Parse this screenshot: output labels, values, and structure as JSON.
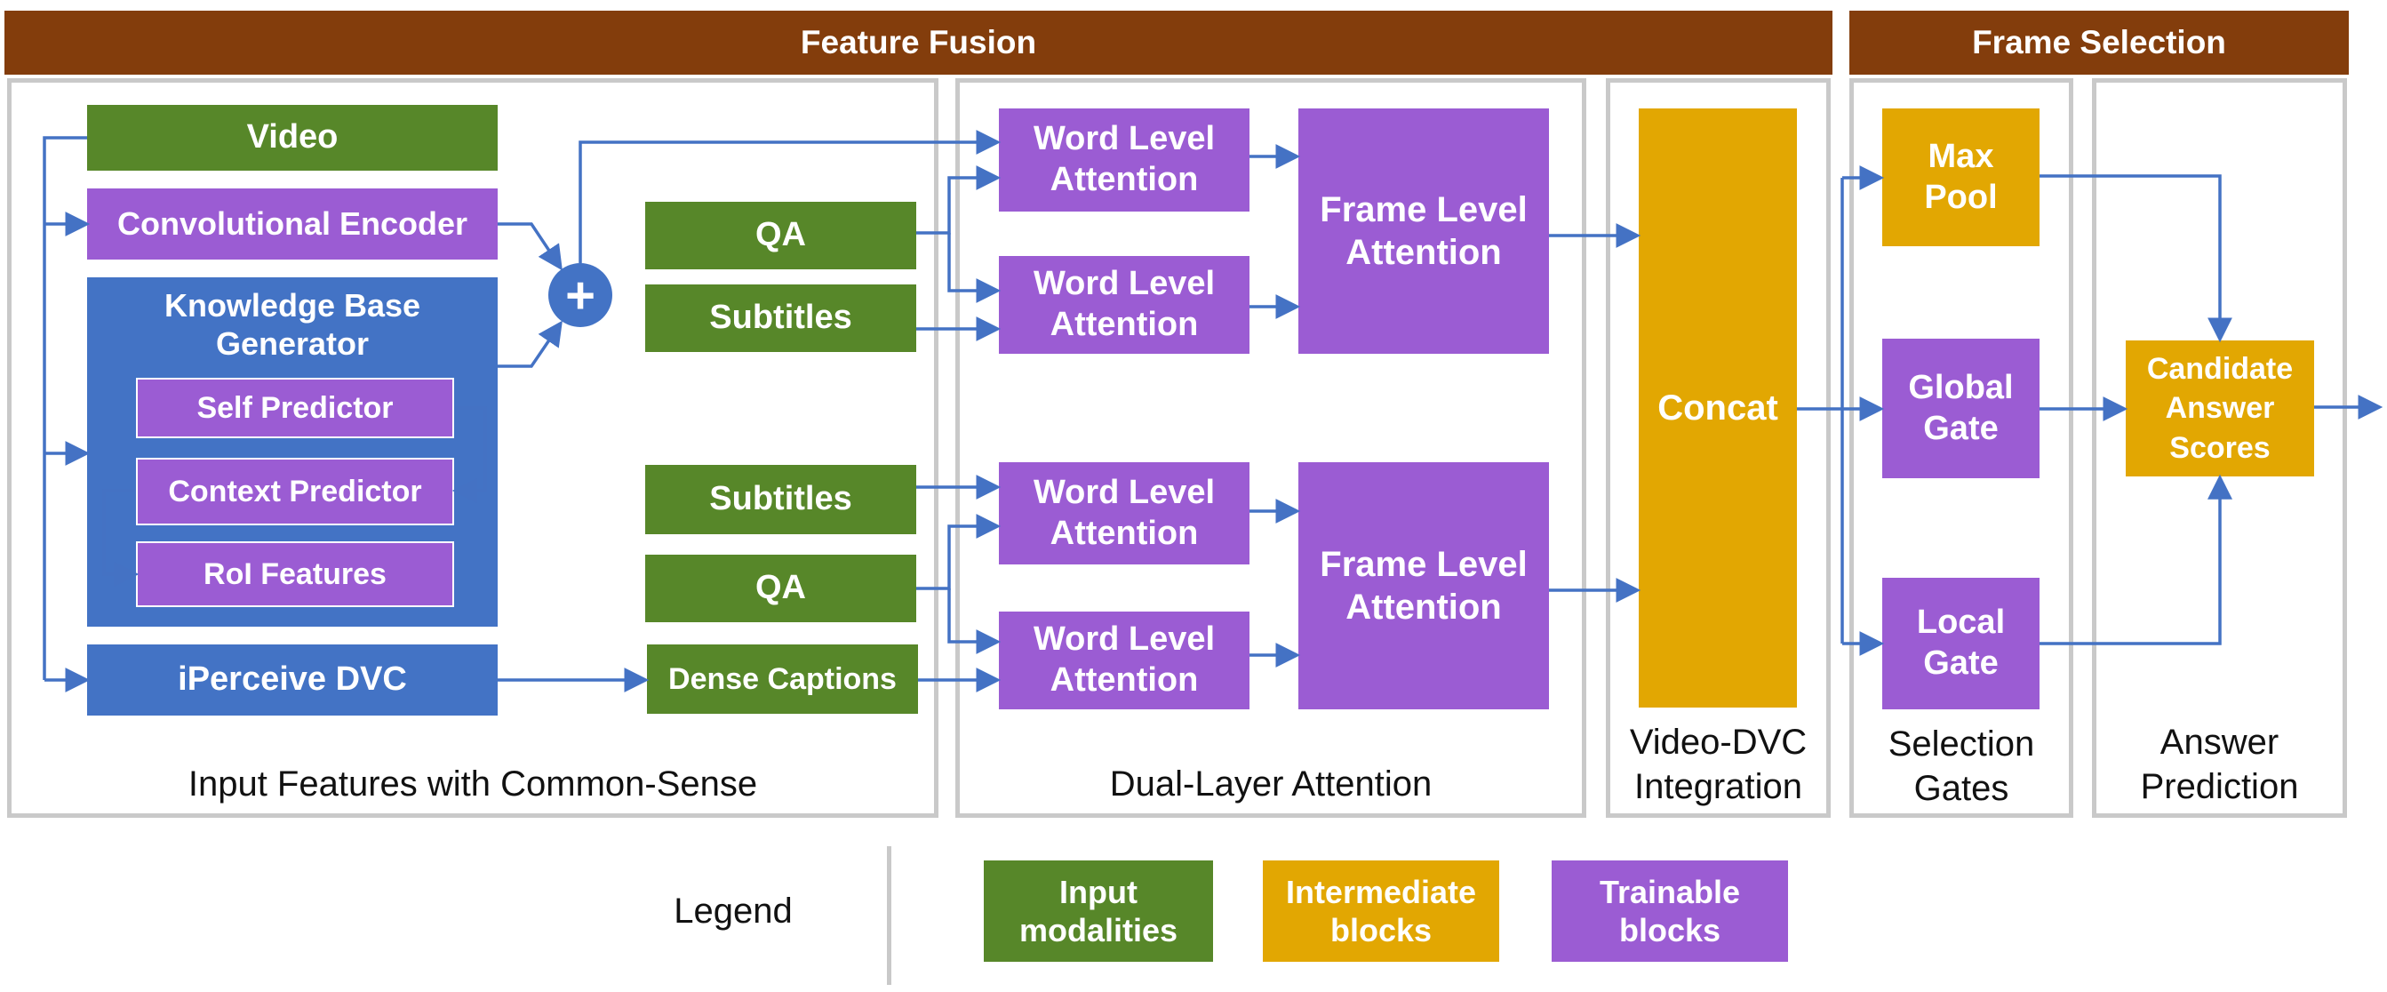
{
  "headers": {
    "feature_fusion": "Feature Fusion",
    "frame_selection": "Frame Selection"
  },
  "panels": {
    "input_features": "Input Features with Common-Sense",
    "dual_layer": "Dual-Layer Attention",
    "video_dvc": "Video-DVC\nIntegration",
    "selection_gates": "Selection\nGates",
    "answer_prediction": "Answer\nPrediction"
  },
  "input": {
    "video": "Video",
    "conv_encoder": "Convolutional Encoder",
    "kb_generator": "Knowledge Base\nGenerator",
    "self_predictor": "Self Predictor",
    "context_predictor": "Context Predictor",
    "roi_features": "RoI Features",
    "iperceive_dvc": "iPerceive DVC",
    "plus": "+"
  },
  "modalities": {
    "qa_top": "QA",
    "subtitles_top": "Subtitles",
    "subtitles_bottom": "Subtitles",
    "qa_bottom": "QA",
    "dense_captions": "Dense Captions"
  },
  "attention": {
    "word_level": "Word Level\nAttention",
    "frame_level": "Frame Level\nAttention"
  },
  "integration": {
    "concat": "Concat"
  },
  "gates": {
    "max_pool": "Max\nPool",
    "global_gate": "Global\nGate",
    "local_gate": "Local\nGate"
  },
  "prediction": {
    "candidate_scores": "Candidate\nAnswer\nScores"
  },
  "legend": {
    "title": "Legend",
    "input_modalities": "Input\nmodalities",
    "intermediate_blocks": "Intermediate\nblocks",
    "trainable_blocks": "Trainable\nblocks"
  },
  "colors": {
    "banner": "#833D0C",
    "input_modality_green": "#578729",
    "intermediate_orange": "#E2A702",
    "trainable_purple": "#9B5CD3",
    "common_sense_blue": "#4373C5",
    "arrow_blue": "#4472C4",
    "panel_border": "#C9C9C9"
  }
}
